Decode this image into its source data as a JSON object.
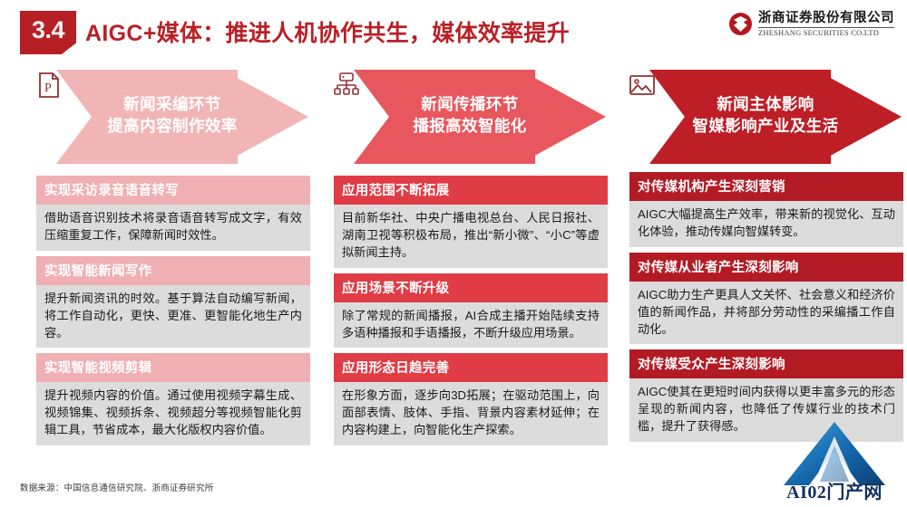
{
  "header": {
    "badge": "3.4",
    "title": "AIGC+媒体：推进人机协作共生，媒体效率提升",
    "brand_cn": "浙商证券股份有限公司",
    "brand_en": "ZHESHANG SECURITIES CO.LTD",
    "brand_icon": "zheshang-logo-icon"
  },
  "columns": [
    {
      "icon": "document-p-icon",
      "arrow_label": "新闻采编环节\n提高内容制作效率",
      "arrow_color": "#F2B5B5",
      "head_color": "#F0AFB2",
      "cards": [
        {
          "title": "实现采访录音语音转写",
          "body": "借助语音识别技术将录音语音转写成文字，有效压缩重复工作，保障新闻时效性。"
        },
        {
          "title": "实现智能新闻写作",
          "body": "提升新闻资讯的时效。基于算法自动编写新闻，将工作自动化，更快、更准、更智能化地生产内容。"
        },
        {
          "title": "实现智能视频剪辑",
          "body": "提升视频内容的价值。通过使用视频字幕生成、视频锦集、视频拆条、视频超分等视频智能化剪辑工具，节省成本，最大化版权内容价值。"
        }
      ]
    },
    {
      "icon": "org-chart-icon",
      "arrow_label": "新闻传播环节\n播报高效智能化",
      "arrow_color": "#E8575D",
      "head_color": "#E03C45",
      "cards": [
        {
          "title": "应用范围不断拓展",
          "body": "目前新华社、中央广播电视总台、人民日报社、湖南卫视等积极布局，推出“新小微”、“小C”等虚拟新闻主持。"
        },
        {
          "title": "应用场景不断升级",
          "body": "除了常规的新闻播报，AI合成主播开始陆续支持多语种播报和手语播报，不断升级应用场景。"
        },
        {
          "title": "应用形态日趋完善",
          "body": "在形象方面，逐步向3D拓展；在驱动范围上，向面部表情、肢体、手指、背景内容素材延伸；在内容构建上，向智能化生产探索。"
        }
      ]
    },
    {
      "icon": "image-picture-icon",
      "arrow_label": "新闻主体影响\n智媒影响产业及生活",
      "arrow_color": "#BE1E26",
      "head_color": "#B31B24",
      "cards": [
        {
          "title": "对传媒机构产生深刻营销",
          "body": "AIGC大幅提高生产效率，带来新的视觉化、互动化体验，推动传媒向智媒转变。"
        },
        {
          "title": "对传媒从业者产生深刻影响",
          "body": "AIGC助力生产更具人文关怀、社会意义和经济价值的新闻作品，并将部分劳动性的采编播工作自动化。"
        },
        {
          "title": "对传媒受众产生深刻影响",
          "body": "AIGC使其在更短时间内获得以更丰富多元的形态呈现的新闻内容，也降低了传媒行业的技术门槛，提升了获得感。"
        }
      ]
    }
  ],
  "footer": {
    "source": "数据来源：中国信息通信研究院、浙商证券研究所"
  },
  "watermark": {
    "text": "AI02门产网",
    "icon": "triangle-a-logo-icon",
    "color": "#1c6fb8"
  }
}
